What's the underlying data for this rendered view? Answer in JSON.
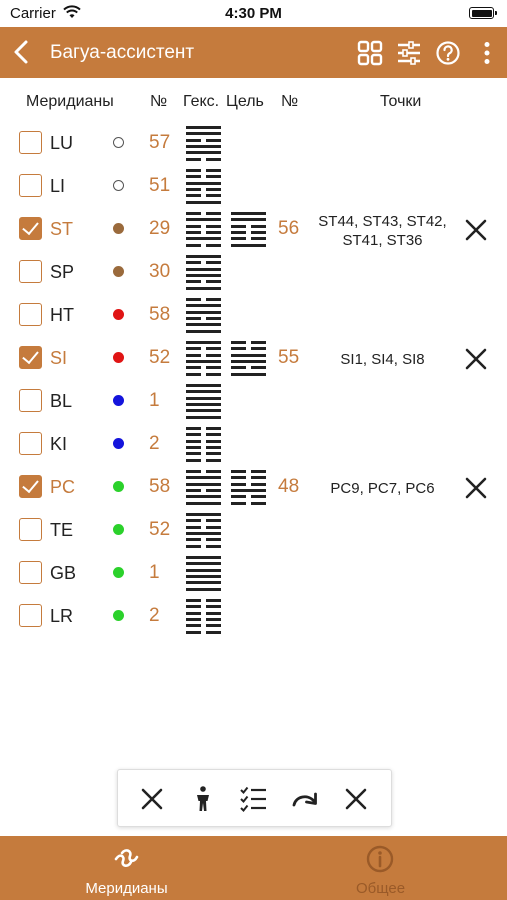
{
  "status_bar": {
    "carrier": "Carrier",
    "time": "4:30 PM"
  },
  "nav": {
    "title": "Багуа-ассистент",
    "icons": [
      "back-chevron-icon",
      "grid-icon",
      "list-sliders-icon",
      "help-circle-icon",
      "more-vertical-icon"
    ]
  },
  "headers": {
    "meridians": "Меридианы",
    "number": "№",
    "hexagram": "Гекс.",
    "target": "Цель",
    "target_number": "№",
    "points": "Точки"
  },
  "colors": {
    "accent": "#c57b3d",
    "dot_brown": "#9a6a3c",
    "dot_red": "#e01414",
    "dot_blue": "#1414dc",
    "dot_green": "#2bd12b"
  },
  "meridians": [
    {
      "code": "LU",
      "dot": "outline",
      "num": "57",
      "checked": false,
      "hex": [
        1,
        1,
        0,
        1,
        1,
        0
      ]
    },
    {
      "code": "LI",
      "dot": "outline",
      "num": "51",
      "checked": false,
      "hex": [
        0,
        0,
        1,
        0,
        0,
        1
      ]
    },
    {
      "code": "ST",
      "dot": "#9a6a3c",
      "num": "29",
      "checked": true,
      "hex": [
        0,
        1,
        0,
        0,
        1,
        0
      ],
      "target_hex": [
        1,
        1,
        0,
        0,
        0,
        1
      ],
      "target_num": "56",
      "points": "ST44, ST43, ST42, ST41, ST36"
    },
    {
      "code": "SP",
      "dot": "#9a6a3c",
      "num": "30",
      "checked": false,
      "hex": [
        1,
        0,
        1,
        1,
        0,
        1
      ]
    },
    {
      "code": "HT",
      "dot": "#e01414",
      "num": "58",
      "checked": false,
      "hex": [
        0,
        1,
        1,
        0,
        1,
        1
      ]
    },
    {
      "code": "SI",
      "dot": "#e01414",
      "num": "52",
      "checked": true,
      "hex": [
        1,
        0,
        0,
        1,
        0,
        0
      ],
      "target_hex": [
        0,
        0,
        1,
        1,
        0,
        1
      ],
      "target_num": "55",
      "points": "SI1, SI4, SI8"
    },
    {
      "code": "BL",
      "dot": "#1414dc",
      "num": "1",
      "checked": false,
      "hex": [
        1,
        1,
        1,
        1,
        1,
        1
      ]
    },
    {
      "code": "KI",
      "dot": "#1414dc",
      "num": "2",
      "checked": false,
      "hex": [
        0,
        0,
        0,
        0,
        0,
        0
      ]
    },
    {
      "code": "PC",
      "dot": "#2bd12b",
      "num": "58",
      "checked": true,
      "hex": [
        0,
        1,
        1,
        0,
        1,
        1
      ],
      "target_hex": [
        0,
        0,
        0,
        1,
        0,
        0
      ],
      "target_num": "48",
      "points": "PC9, PC7, PC6"
    },
    {
      "code": "TE",
      "dot": "#2bd12b",
      "num": "52",
      "checked": false,
      "hex": [
        1,
        0,
        0,
        1,
        0,
        0
      ]
    },
    {
      "code": "GB",
      "dot": "#2bd12b",
      "num": "1",
      "checked": false,
      "hex": [
        1,
        1,
        1,
        1,
        1,
        1
      ]
    },
    {
      "code": "LR",
      "dot": "#2bd12b",
      "num": "2",
      "checked": false,
      "hex": [
        0,
        0,
        0,
        0,
        0,
        0
      ]
    }
  ],
  "toolbar": {
    "icons": [
      "clear-x-icon",
      "human-figure-icon",
      "checklist-icon",
      "redo-arrow-icon",
      "close-x-icon"
    ]
  },
  "tabs": [
    {
      "label": "Меридианы",
      "icon": "meridian-wave-icon",
      "active": true
    },
    {
      "label": "Общее",
      "icon": "info-circle-icon",
      "active": false
    }
  ]
}
